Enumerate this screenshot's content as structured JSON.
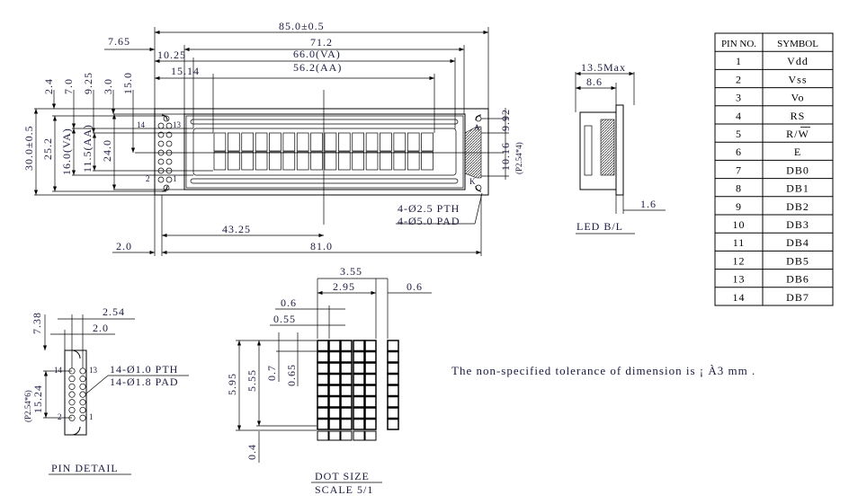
{
  "main_view": {
    "dims": {
      "overall_width": "85.0±0.5",
      "left_offset_va_frame": "7.65",
      "bezel_width": "71.2",
      "va_offset": "10.25",
      "va_width": "66.0(VA)",
      "aa_offset": "15.14",
      "aa_width": "56.2(AA)",
      "d2_4": "2.4",
      "d7_0": "7.0",
      "d9_25": "9.25",
      "d3_0": "3.0",
      "d15_0": "15.0",
      "overall_height": "30.0±0.5",
      "hole_pitch_v": "25.2",
      "va_height": "16.0(VA)",
      "aa_height": "11.5(AA)",
      "bezel_height": "24.0",
      "center_x": "43.25",
      "hole_offset": "2.0",
      "hole_pitch_h": "81.0",
      "led_offset": "9.92",
      "led_pitch": "10.16",
      "led_pitch_note": "(P2.54*4)"
    },
    "pin_labels": {
      "p14": "14",
      "p13": "13",
      "p2": "2",
      "p1": "1",
      "a": "A",
      "k": "K"
    },
    "mount_holes": {
      "pth": "4-Ø2.5 PTH",
      "pad": "4-Ø5.0 PAD"
    },
    "characters": {
      "columns": 16,
      "rows": 2
    }
  },
  "side_view": {
    "max_thickness": "13.5Max",
    "bezel_depth": "8.6",
    "pcb": "1.6",
    "title": "LED B/L"
  },
  "pin_detail": {
    "pitch": "2.54",
    "offset": "2.0",
    "top": "7.38",
    "span": "15.24",
    "span_note": "(P2.54*6)",
    "pth": "14-Ø1.0 PTH",
    "pad": "14-Ø1.8 PAD",
    "labels": {
      "p14": "14",
      "p13": "13",
      "p2": "2",
      "p1": "1"
    },
    "title": "PIN DETAIL"
  },
  "dot_size": {
    "char_pitch": "3.55",
    "char_width": "2.95",
    "gap": "0.6",
    "dot_pitch": "0.6",
    "dot_width": "0.55",
    "char_height": "5.95",
    "char_height_no_cursor": "5.55",
    "dot_pitch_v": "0.7",
    "dot_height": "0.65",
    "cursor_gap": "0.4",
    "title": "DOT SIZE",
    "scale": "SCALE 5/1"
  },
  "tolerance_note": "The non-specified tolerance of dimension is ¡ À3 mm .",
  "pin_table": {
    "headers": [
      "PIN NO.",
      "SYMBOL"
    ],
    "rows": [
      [
        "1",
        "Vdd"
      ],
      [
        "2",
        "Vss"
      ],
      [
        "3",
        "Vo"
      ],
      [
        "4",
        "RS"
      ],
      [
        "5",
        "R/W"
      ],
      [
        "6",
        "E"
      ],
      [
        "7",
        "DB0"
      ],
      [
        "8",
        "DB1"
      ],
      [
        "9",
        "DB2"
      ],
      [
        "10",
        "DB3"
      ],
      [
        "11",
        "DB4"
      ],
      [
        "12",
        "DB5"
      ],
      [
        "13",
        "DB6"
      ],
      [
        "14",
        "DB7"
      ]
    ]
  }
}
